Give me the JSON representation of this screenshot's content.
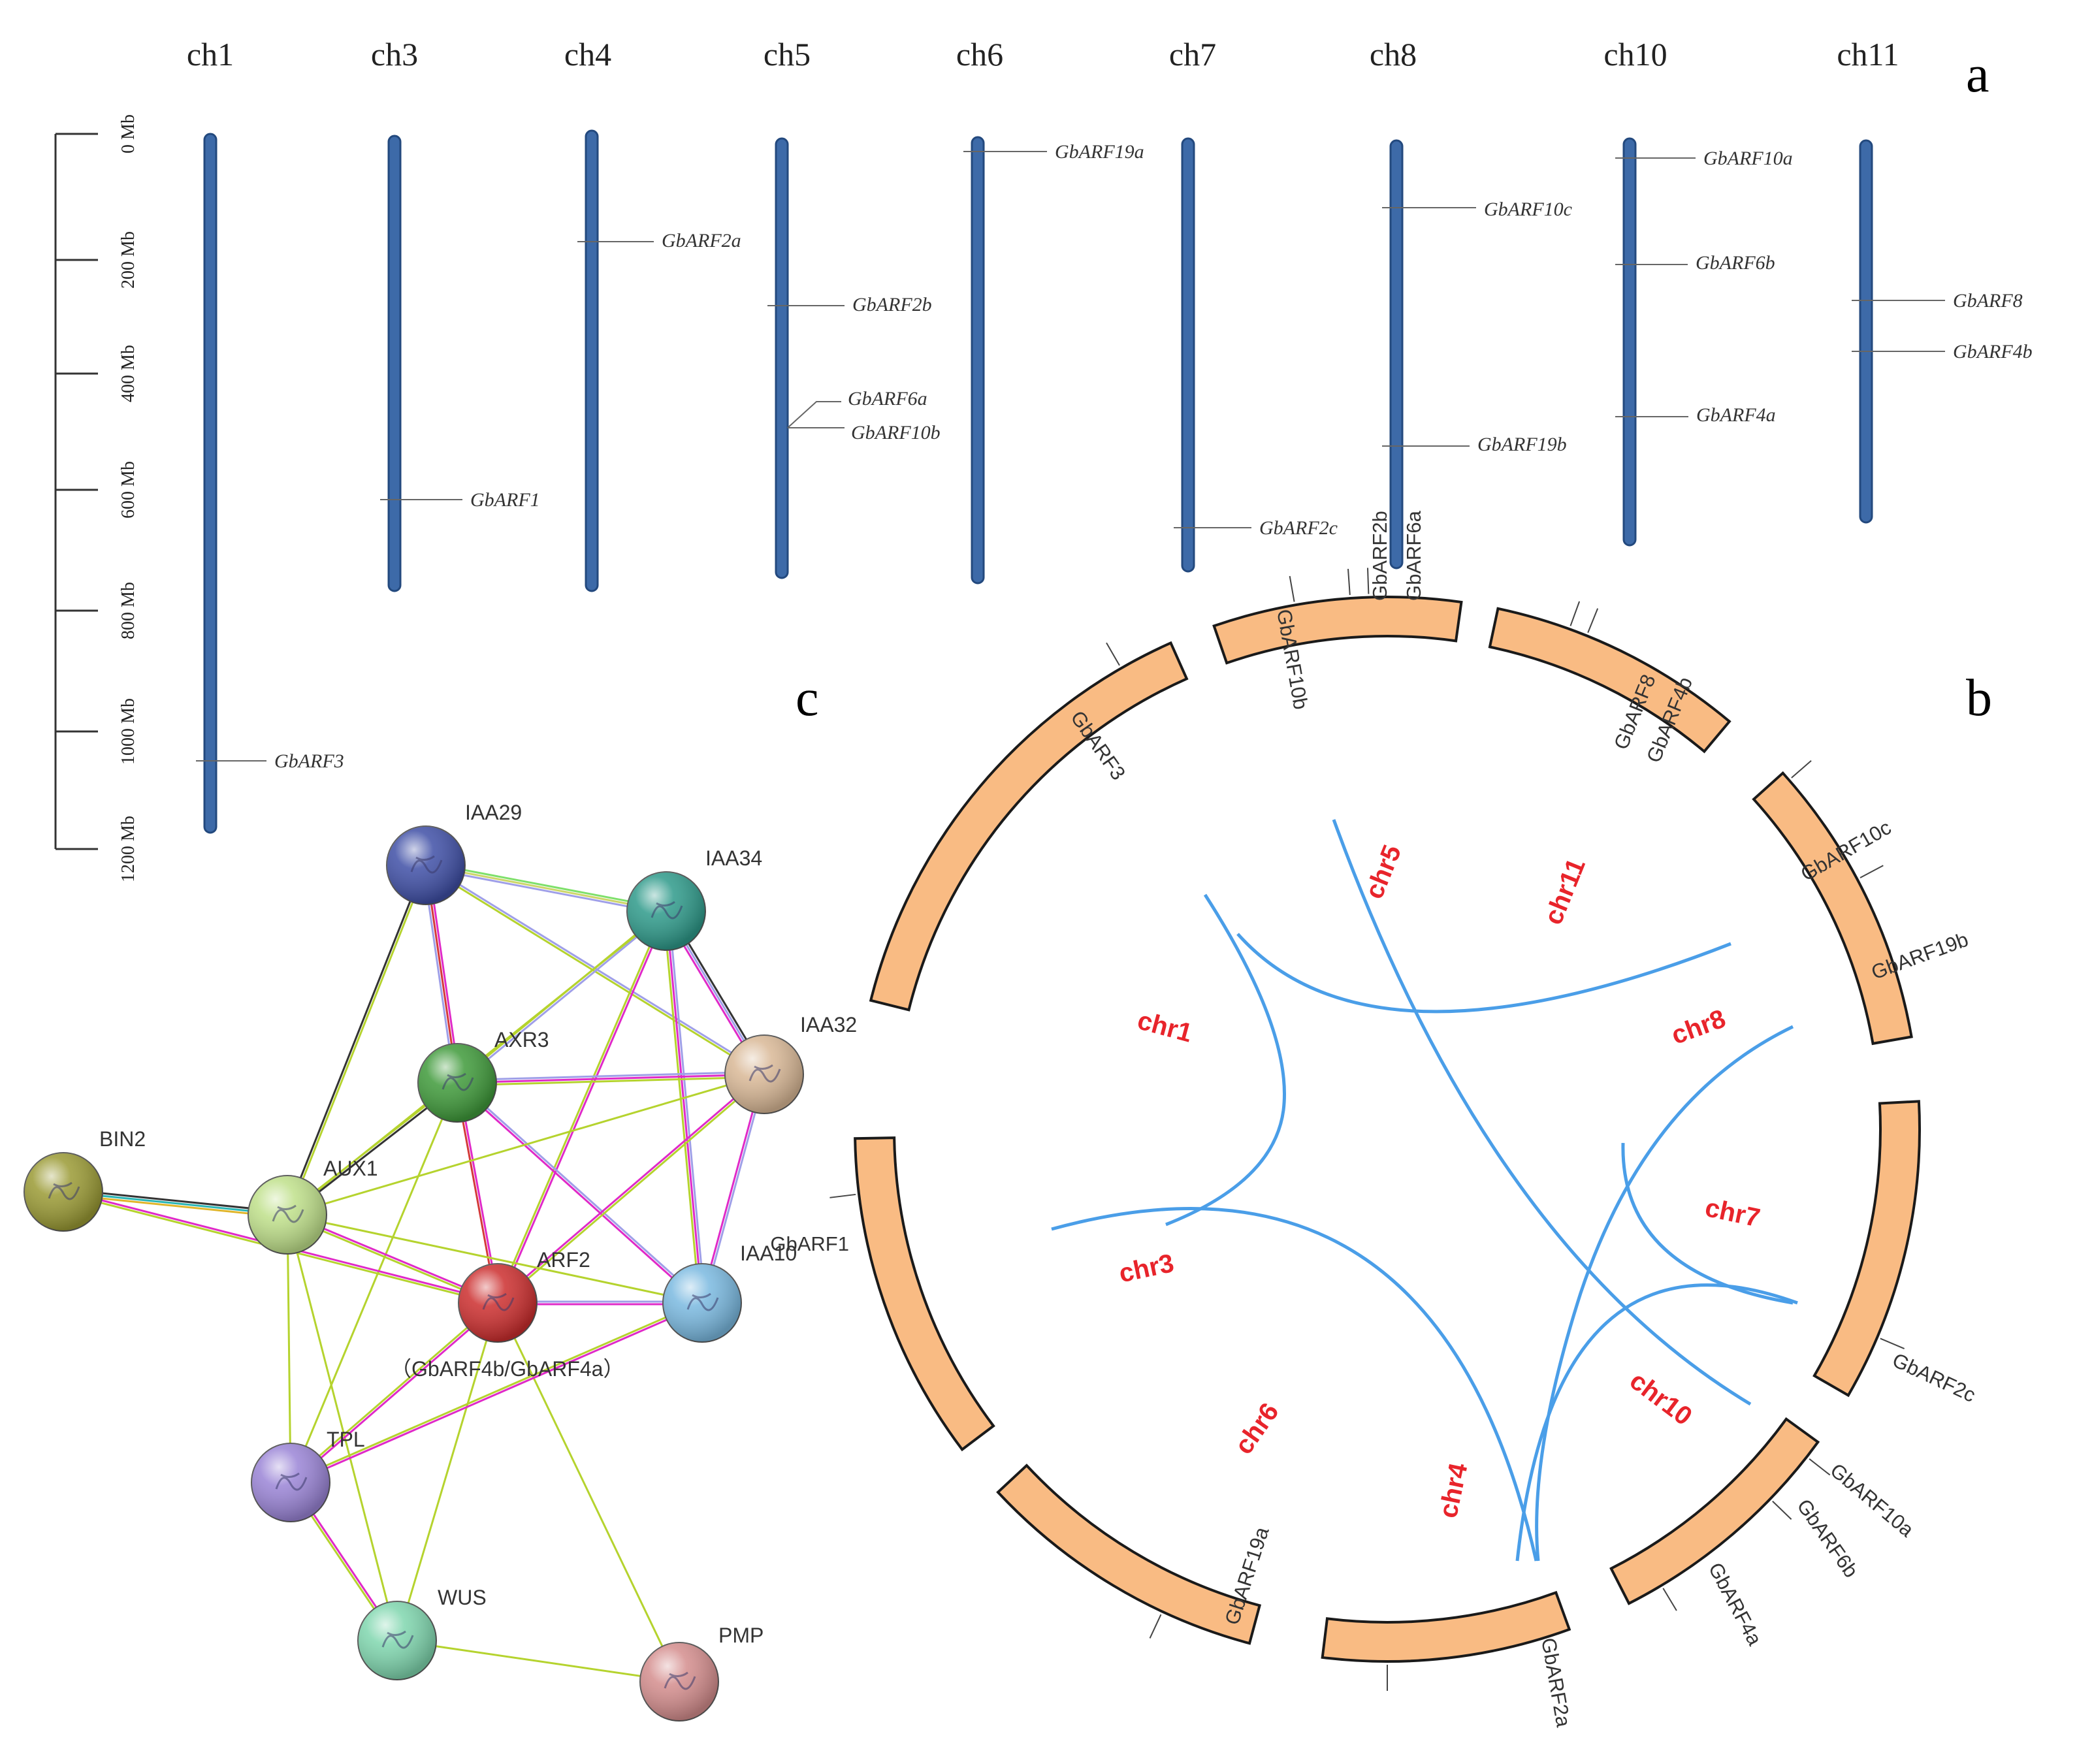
{
  "panels": {
    "a": "a",
    "b": "b",
    "c": "c"
  },
  "colors": {
    "chrom_fill": "#3d6aa8",
    "chrom_edge": "#23497e",
    "segment_fill": "#f9bb83",
    "link": "#4a9ee8",
    "chr_label": "#e8242b"
  },
  "panel_a": {
    "chromosomes": [
      "ch1",
      "ch3",
      "ch4",
      "ch5",
      "ch6",
      "ch7",
      "ch8",
      "ch10",
      "ch11"
    ],
    "scale_ticks": [
      "0 Mb",
      "200 Mb",
      "400 Mb",
      "600 Mb",
      "800 Mb",
      "1000 Mb",
      "1200 Mb"
    ],
    "genes": [
      {
        "chr": "ch1",
        "name": "GbARF3"
      },
      {
        "chr": "ch3",
        "name": "GbARF1"
      },
      {
        "chr": "ch4",
        "name": "GbARF2a"
      },
      {
        "chr": "ch5",
        "name": "GbARF2b"
      },
      {
        "chr": "ch5",
        "name": "GbARF6a"
      },
      {
        "chr": "ch5",
        "name": "GbARF10b"
      },
      {
        "chr": "ch6",
        "name": "GbARF19a"
      },
      {
        "chr": "ch7",
        "name": "GbARF2c"
      },
      {
        "chr": "ch8",
        "name": "GbARF10c"
      },
      {
        "chr": "ch8",
        "name": "GbARF19b"
      },
      {
        "chr": "ch10",
        "name": "GbARF10a"
      },
      {
        "chr": "ch10",
        "name": "GbARF6b"
      },
      {
        "chr": "ch10",
        "name": "GbARF4a"
      },
      {
        "chr": "ch11",
        "name": "GbARF8"
      },
      {
        "chr": "ch11",
        "name": "GbARF4b"
      }
    ]
  },
  "panel_b": {
    "segments": [
      "chr1",
      "chr5",
      "chr11",
      "chr8",
      "chr7",
      "chr10",
      "chr4",
      "chr6",
      "chr3"
    ],
    "gene_labels": [
      "GbARF3",
      "GbARF10b",
      "GbARF2b",
      "GbARF6a",
      "GbARF8",
      "GbARF4b",
      "GbARF10c",
      "GbARF19b",
      "GbARF2c",
      "GbARF10a",
      "GbARF6b",
      "GbARF4a",
      "GbARF2a",
      "GbARF19a",
      "GbARF1"
    ]
  },
  "panel_c": {
    "nodes": [
      {
        "id": "IAA29",
        "label": "IAA29",
        "color": "#3f4fa6"
      },
      {
        "id": "IAA34",
        "label": "IAA34",
        "color": "#2e9a8a"
      },
      {
        "id": "AXR3",
        "label": "AXR3",
        "color": "#3f9a3a"
      },
      {
        "id": "IAA32",
        "label": "IAA32",
        "color": "#d9b896"
      },
      {
        "id": "BIN2",
        "label": "BIN2",
        "color": "#9a9a34"
      },
      {
        "id": "AUX1",
        "label": "AUX1",
        "color": "#bfe08a"
      },
      {
        "id": "ARF2",
        "label": "ARF2",
        "color": "#cc2e2e"
      },
      {
        "id": "IAA10",
        "label": "IAA10",
        "color": "#7ab9e0"
      },
      {
        "id": "TPL",
        "label": "TPL",
        "color": "#9a84d6"
      },
      {
        "id": "WUS",
        "label": "WUS",
        "color": "#7fd6ae"
      },
      {
        "id": "PMP",
        "label": "PMP",
        "color": "#d48d8d"
      }
    ],
    "arf2_note": "（GbARF4b/GbARF4a）"
  }
}
